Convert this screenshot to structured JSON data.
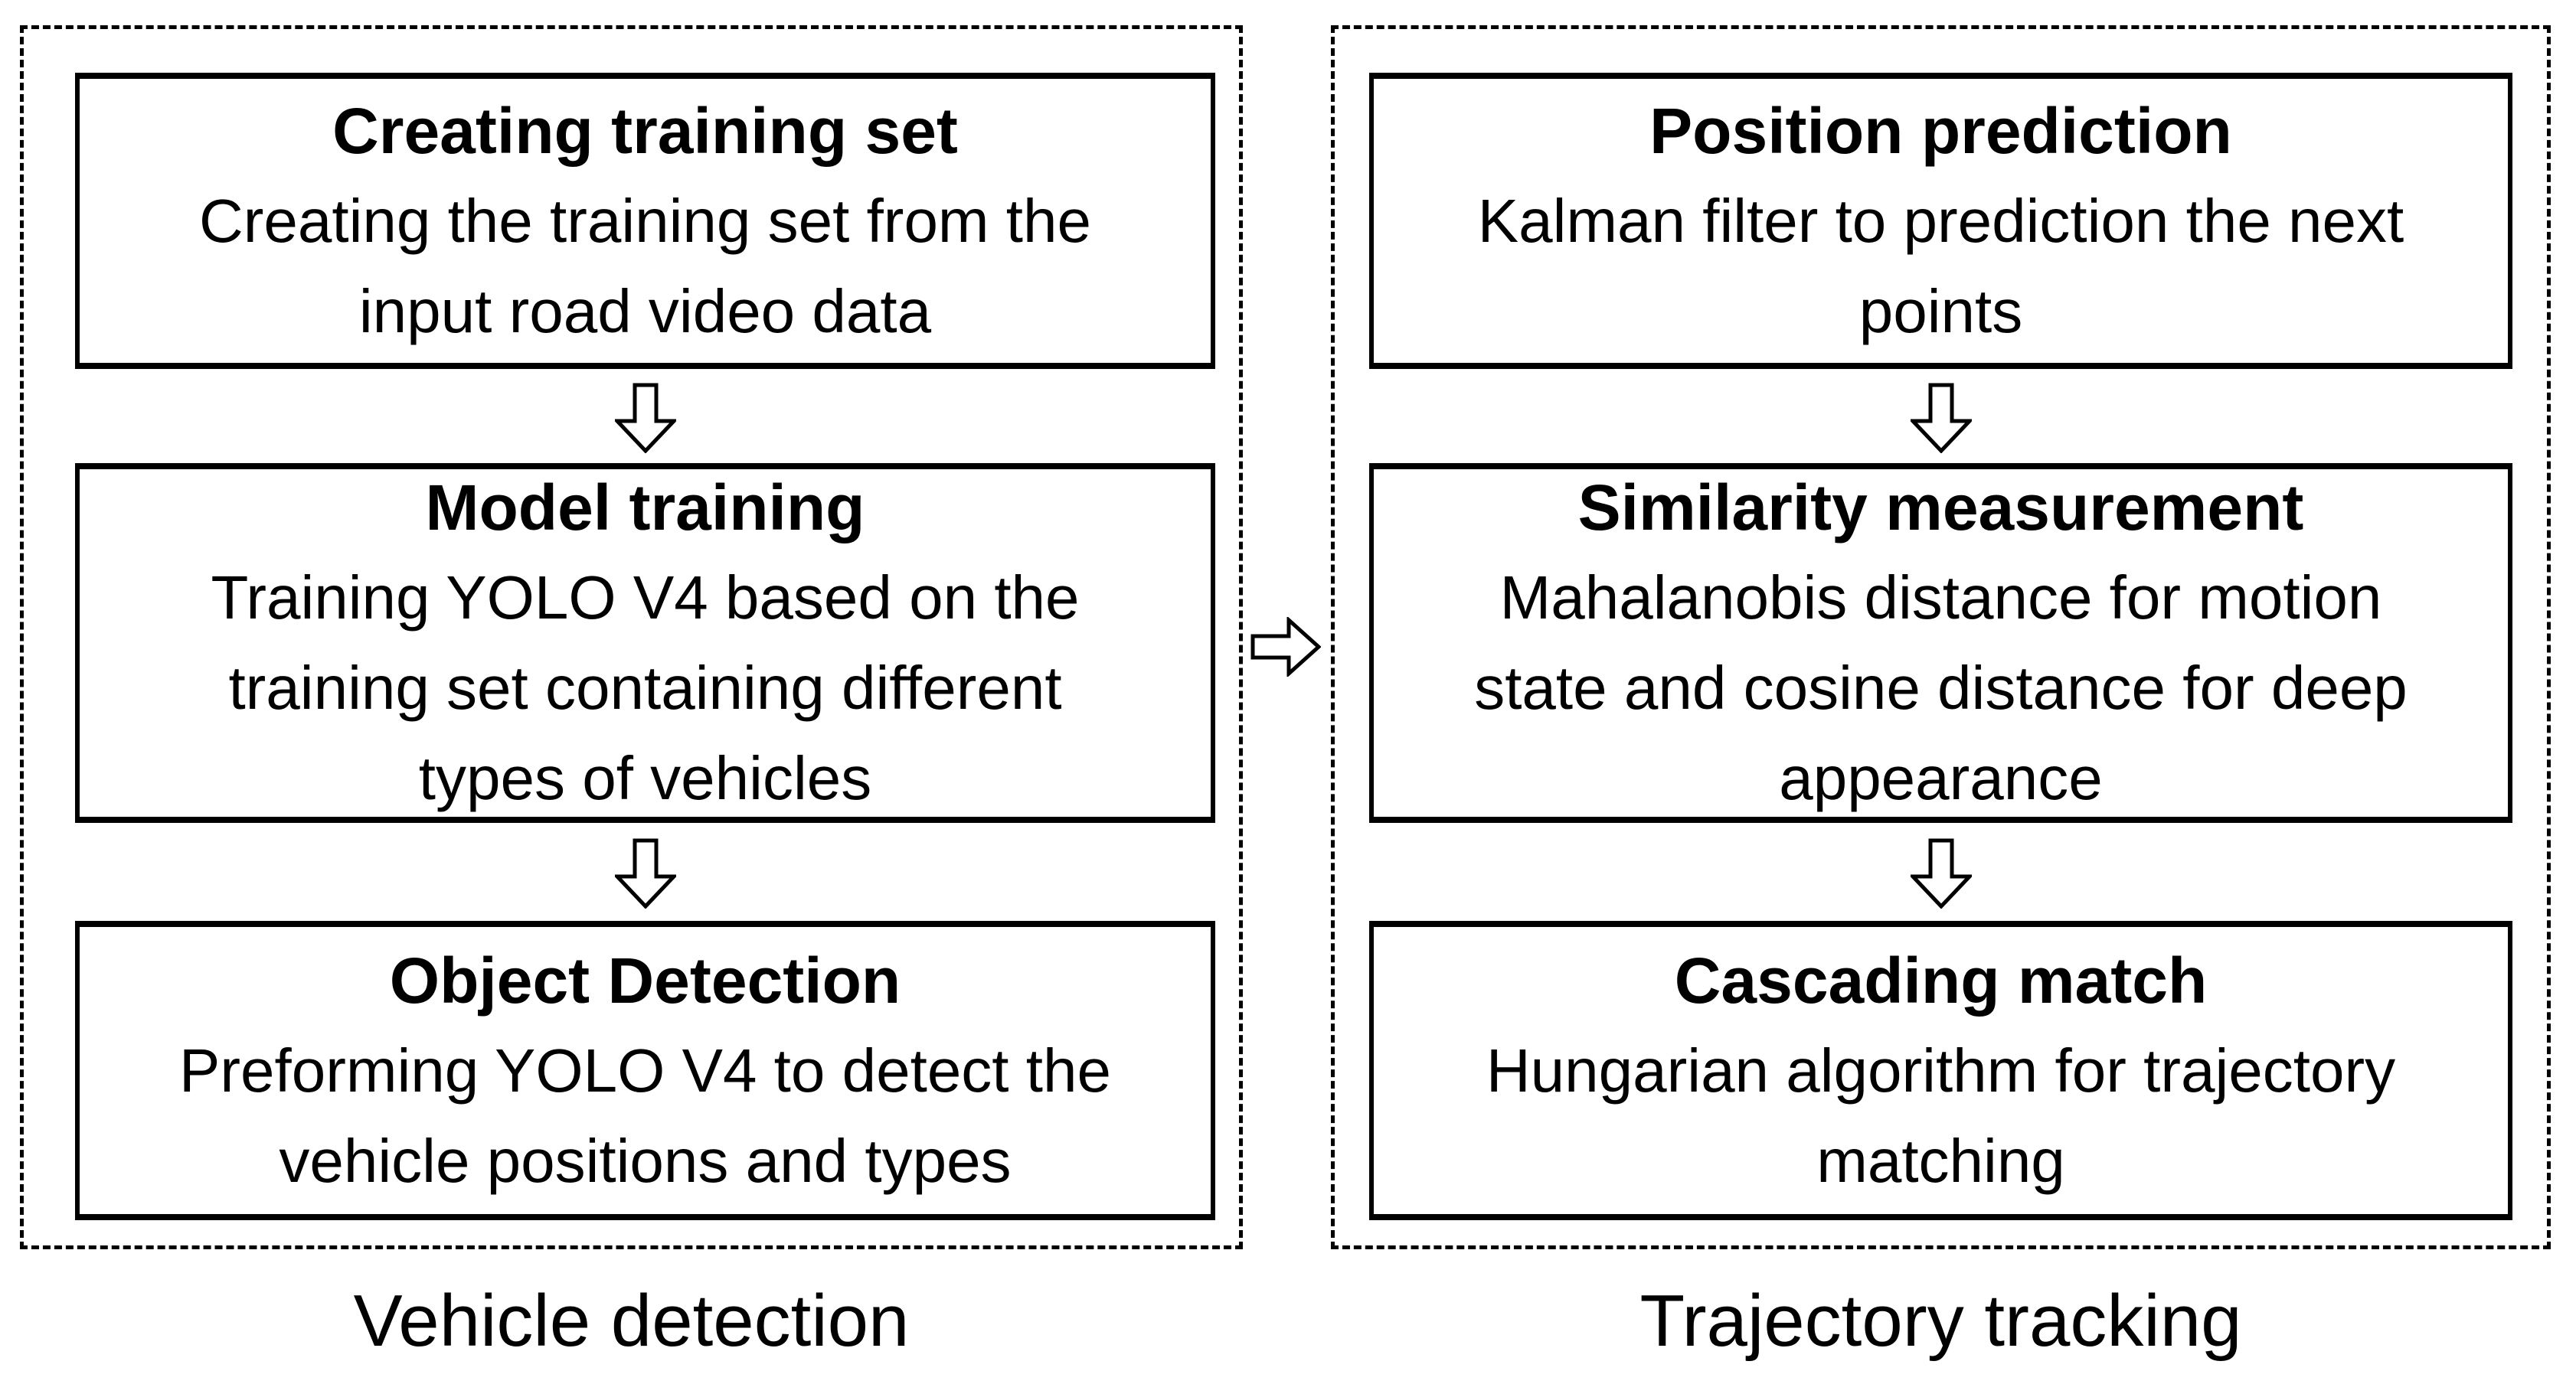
{
  "diagram": {
    "background": "#ffffff",
    "ink": "#000000",
    "columns": [
      {
        "label": "Vehicle detection",
        "boxes": [
          {
            "title": "Creating training set",
            "lines": [
              "Creating the training set from the",
              "input road video data"
            ]
          },
          {
            "title": "Model training",
            "lines": [
              "Training YOLO V4 based on the",
              "training set containing different",
              "types of vehicles"
            ]
          },
          {
            "title": "Object Detection",
            "lines": [
              "Preforming YOLO V4 to detect the",
              "vehicle positions and types"
            ]
          }
        ]
      },
      {
        "label": "Trajectory tracking",
        "boxes": [
          {
            "title": "Position prediction",
            "lines": [
              "Kalman filter to prediction the next",
              "points"
            ]
          },
          {
            "title": "Similarity measurement",
            "lines": [
              "Mahalanobis distance for motion",
              "state and cosine distance for deep",
              "appearance"
            ]
          },
          {
            "title": "Cascading match",
            "lines": [
              "Hungarian algorithm for trajectory",
              "matching"
            ]
          }
        ]
      }
    ],
    "icons": {
      "down_arrow": "⇩",
      "right_arrow": "⇨"
    }
  }
}
